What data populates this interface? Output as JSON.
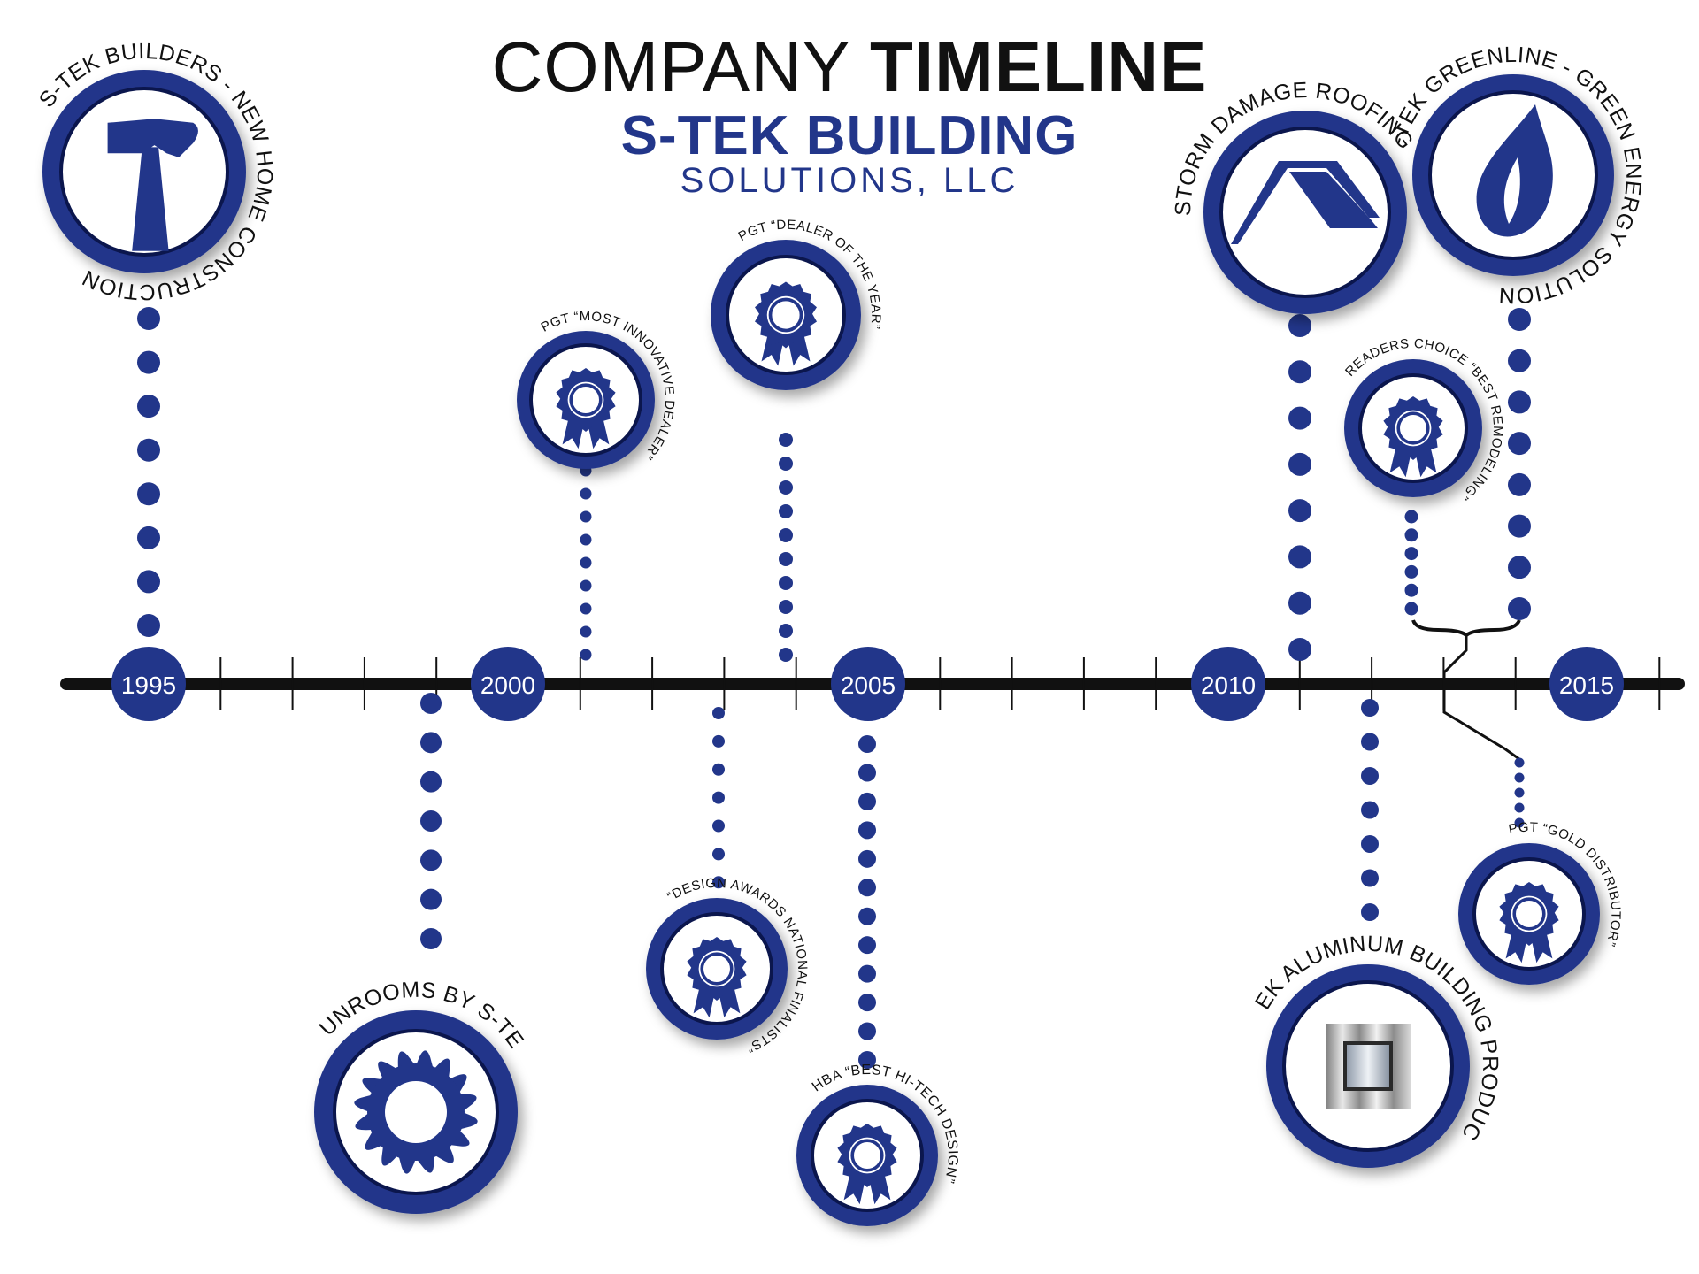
{
  "header": {
    "title_part1": "COMPANY",
    "title_part2": "TIMELINE",
    "company_name": "S-TEK BUILDING",
    "company_suffix": "SOLUTIONS, LLC"
  },
  "colors": {
    "navy": "#22368a",
    "axis": "#111111",
    "white": "#ffffff"
  },
  "years": [
    "1995",
    "2000",
    "2005",
    "2010",
    "2015"
  ],
  "milestones": [
    {
      "label": "S-TEK BUILDERS - NEW HOME CONSTRUCTION",
      "icon": "hammer-icon",
      "side": "above"
    },
    {
      "label": "SUNROOMS BY S-TEK",
      "icon": "sun-icon",
      "side": "below"
    },
    {
      "label": "PGT “MOST INNOVATIVE DEALER”",
      "icon": "award-ribbon-icon",
      "side": "above"
    },
    {
      "label": "“DESIGN AWARDS NATIONAL FINALISTS”",
      "icon": "award-ribbon-icon",
      "side": "below"
    },
    {
      "label": "PGT “DEALER OF THE YEAR”",
      "icon": "award-ribbon-icon",
      "side": "above"
    },
    {
      "label": "HBA “BEST HI-TECH DESIGN”",
      "icon": "award-ribbon-icon",
      "side": "below"
    },
    {
      "label": "STORM DAMAGE ROOFING",
      "icon": "roof-icon",
      "side": "above"
    },
    {
      "label": "S-TEK ALUMINUM BUILDING PRODUCTS",
      "icon": "aluminum-panel-icon",
      "side": "below"
    },
    {
      "label": "READERS CHOICE “BEST REMODELING”",
      "icon": "award-ribbon-icon",
      "side": "above"
    },
    {
      "label": "S-TEK GREENLINE - GREEN ENERGY SOLUTIONS",
      "icon": "leaf-drop-icon",
      "side": "above"
    },
    {
      "label": "PGT “GOLD DISTRIBUTOR”",
      "icon": "award-ribbon-icon",
      "side": "below"
    }
  ]
}
